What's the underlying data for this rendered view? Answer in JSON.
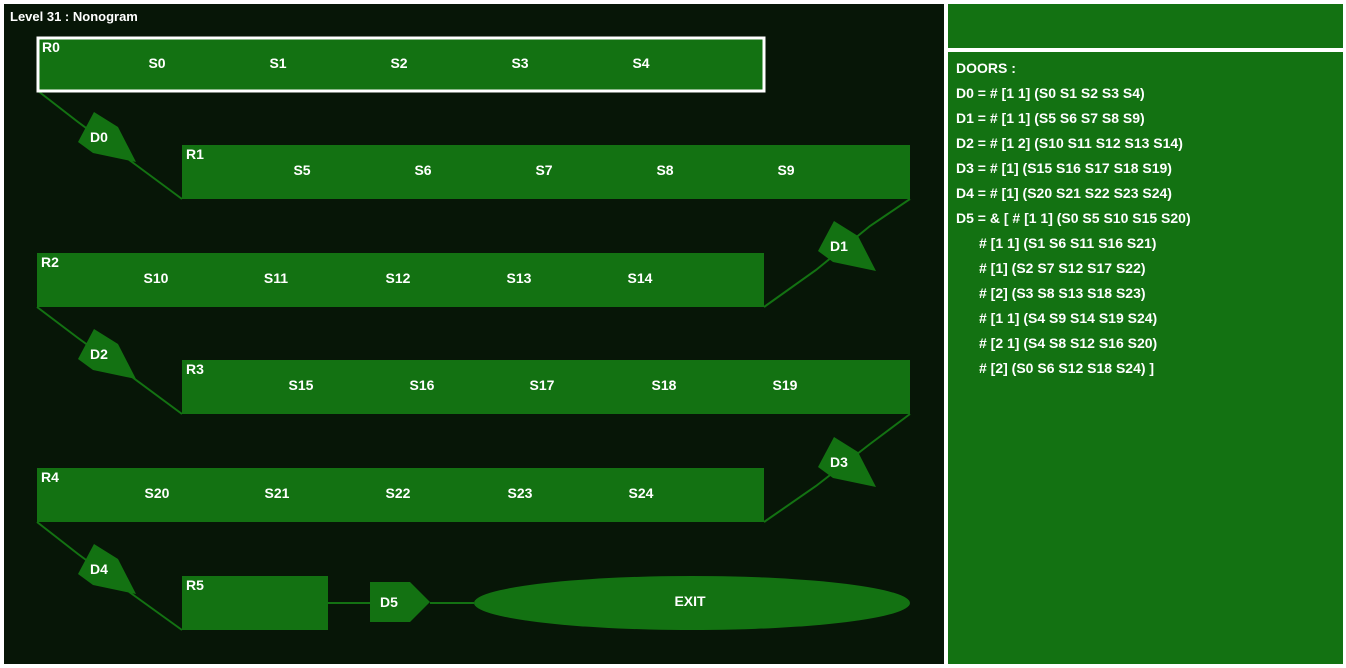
{
  "level_title": "Level 31 : Nonogram",
  "colors": {
    "background": "#071607",
    "room_fill": "#137212",
    "panel_fill": "#137212",
    "selected_border": "#ffffff",
    "text": "#ffffff"
  },
  "rooms": [
    {
      "label": "R0",
      "selected": true,
      "switches": [
        "S0",
        "S1",
        "S2",
        "S3",
        "S4"
      ]
    },
    {
      "label": "R1",
      "selected": false,
      "switches": [
        "S5",
        "S6",
        "S7",
        "S8",
        "S9"
      ]
    },
    {
      "label": "R2",
      "selected": false,
      "switches": [
        "S10",
        "S11",
        "S12",
        "S13",
        "S14"
      ]
    },
    {
      "label": "R3",
      "selected": false,
      "switches": [
        "S15",
        "S16",
        "S17",
        "S18",
        "S19"
      ]
    },
    {
      "label": "R4",
      "selected": false,
      "switches": [
        "S20",
        "S21",
        "S22",
        "S23",
        "S24"
      ]
    },
    {
      "label": "R5",
      "selected": false,
      "switches": []
    }
  ],
  "doors": [
    {
      "label": "D0"
    },
    {
      "label": "D1"
    },
    {
      "label": "D2"
    },
    {
      "label": "D3"
    },
    {
      "label": "D4"
    },
    {
      "label": "D5"
    }
  ],
  "exit_label": "EXIT",
  "doors_panel": {
    "heading": "DOORS :",
    "lines": [
      {
        "text": "D0 = # [1 1] (S0 S1 S2 S3 S4)",
        "indent": false
      },
      {
        "text": "D1 = # [1 1] (S5 S6 S7 S8 S9)",
        "indent": false
      },
      {
        "text": "D2 = # [1 2] (S10 S11 S12 S13 S14)",
        "indent": false
      },
      {
        "text": "D3 = # [1] (S15 S16 S17 S18 S19)",
        "indent": false
      },
      {
        "text": "D4 = # [1] (S20 S21 S22 S23 S24)",
        "indent": false
      },
      {
        "text": "D5 = & [ # [1 1] (S0 S5 S10 S15 S20)",
        "indent": false
      },
      {
        "text": "# [1 1] (S1 S6 S11 S16 S21)",
        "indent": true
      },
      {
        "text": "# [1] (S2 S7 S12 S17 S22)",
        "indent": true
      },
      {
        "text": "# [2] (S3 S8 S13 S18 S23)",
        "indent": true
      },
      {
        "text": "# [1 1] (S4 S9 S14 S19 S24)",
        "indent": true
      },
      {
        "text": "# [2 1] (S4 S8 S12 S16 S20)",
        "indent": true
      },
      {
        "text": "# [2] (S0 S6 S12 S18 S24) ]",
        "indent": true
      }
    ]
  }
}
